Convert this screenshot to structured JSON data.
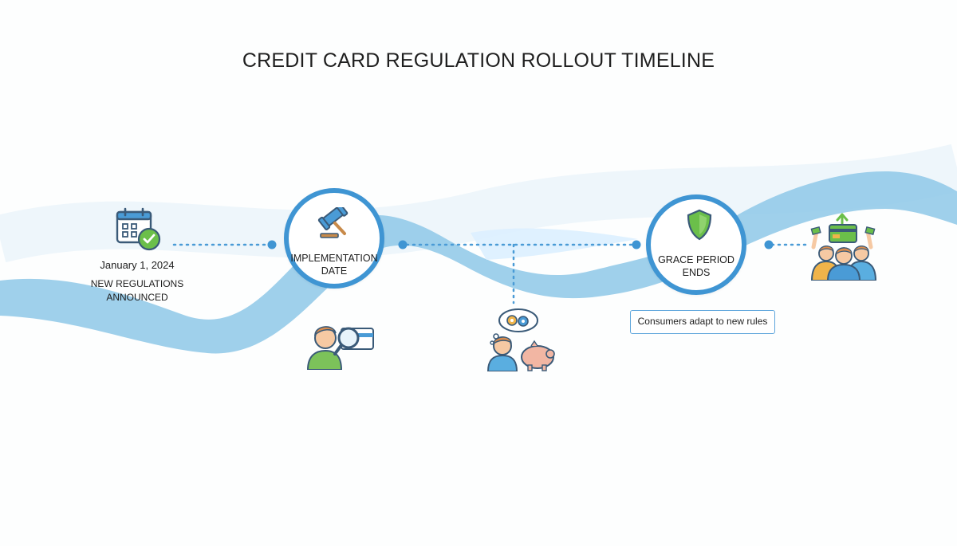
{
  "title": "CREDIT CARD REGULATION ROLLOUT TIMELINE",
  "colors": {
    "ribbon": "#8ec8e8",
    "milestone_ring": "#3f95d3",
    "connector": "#4a9bd6",
    "accent_green": "#6bbf4a"
  },
  "milestones": [
    {
      "date": "January 1, 2024",
      "label": "NEW REGULATIONS\nANNOUNCED",
      "icon": "calendar-check-icon"
    },
    {
      "label": "IMPLEMENTATION\nDATE",
      "icon": "gavel-icon",
      "illustration": "person-magnifier-card-icon"
    },
    {
      "illustration": "person-thinking-piggybank-icon"
    },
    {
      "label": "GRACE PERIOD\nENDS",
      "icon": "shield-icon",
      "note": "Consumers adapt to new rules"
    },
    {
      "illustration": "people-celebrating-card-icon"
    }
  ]
}
